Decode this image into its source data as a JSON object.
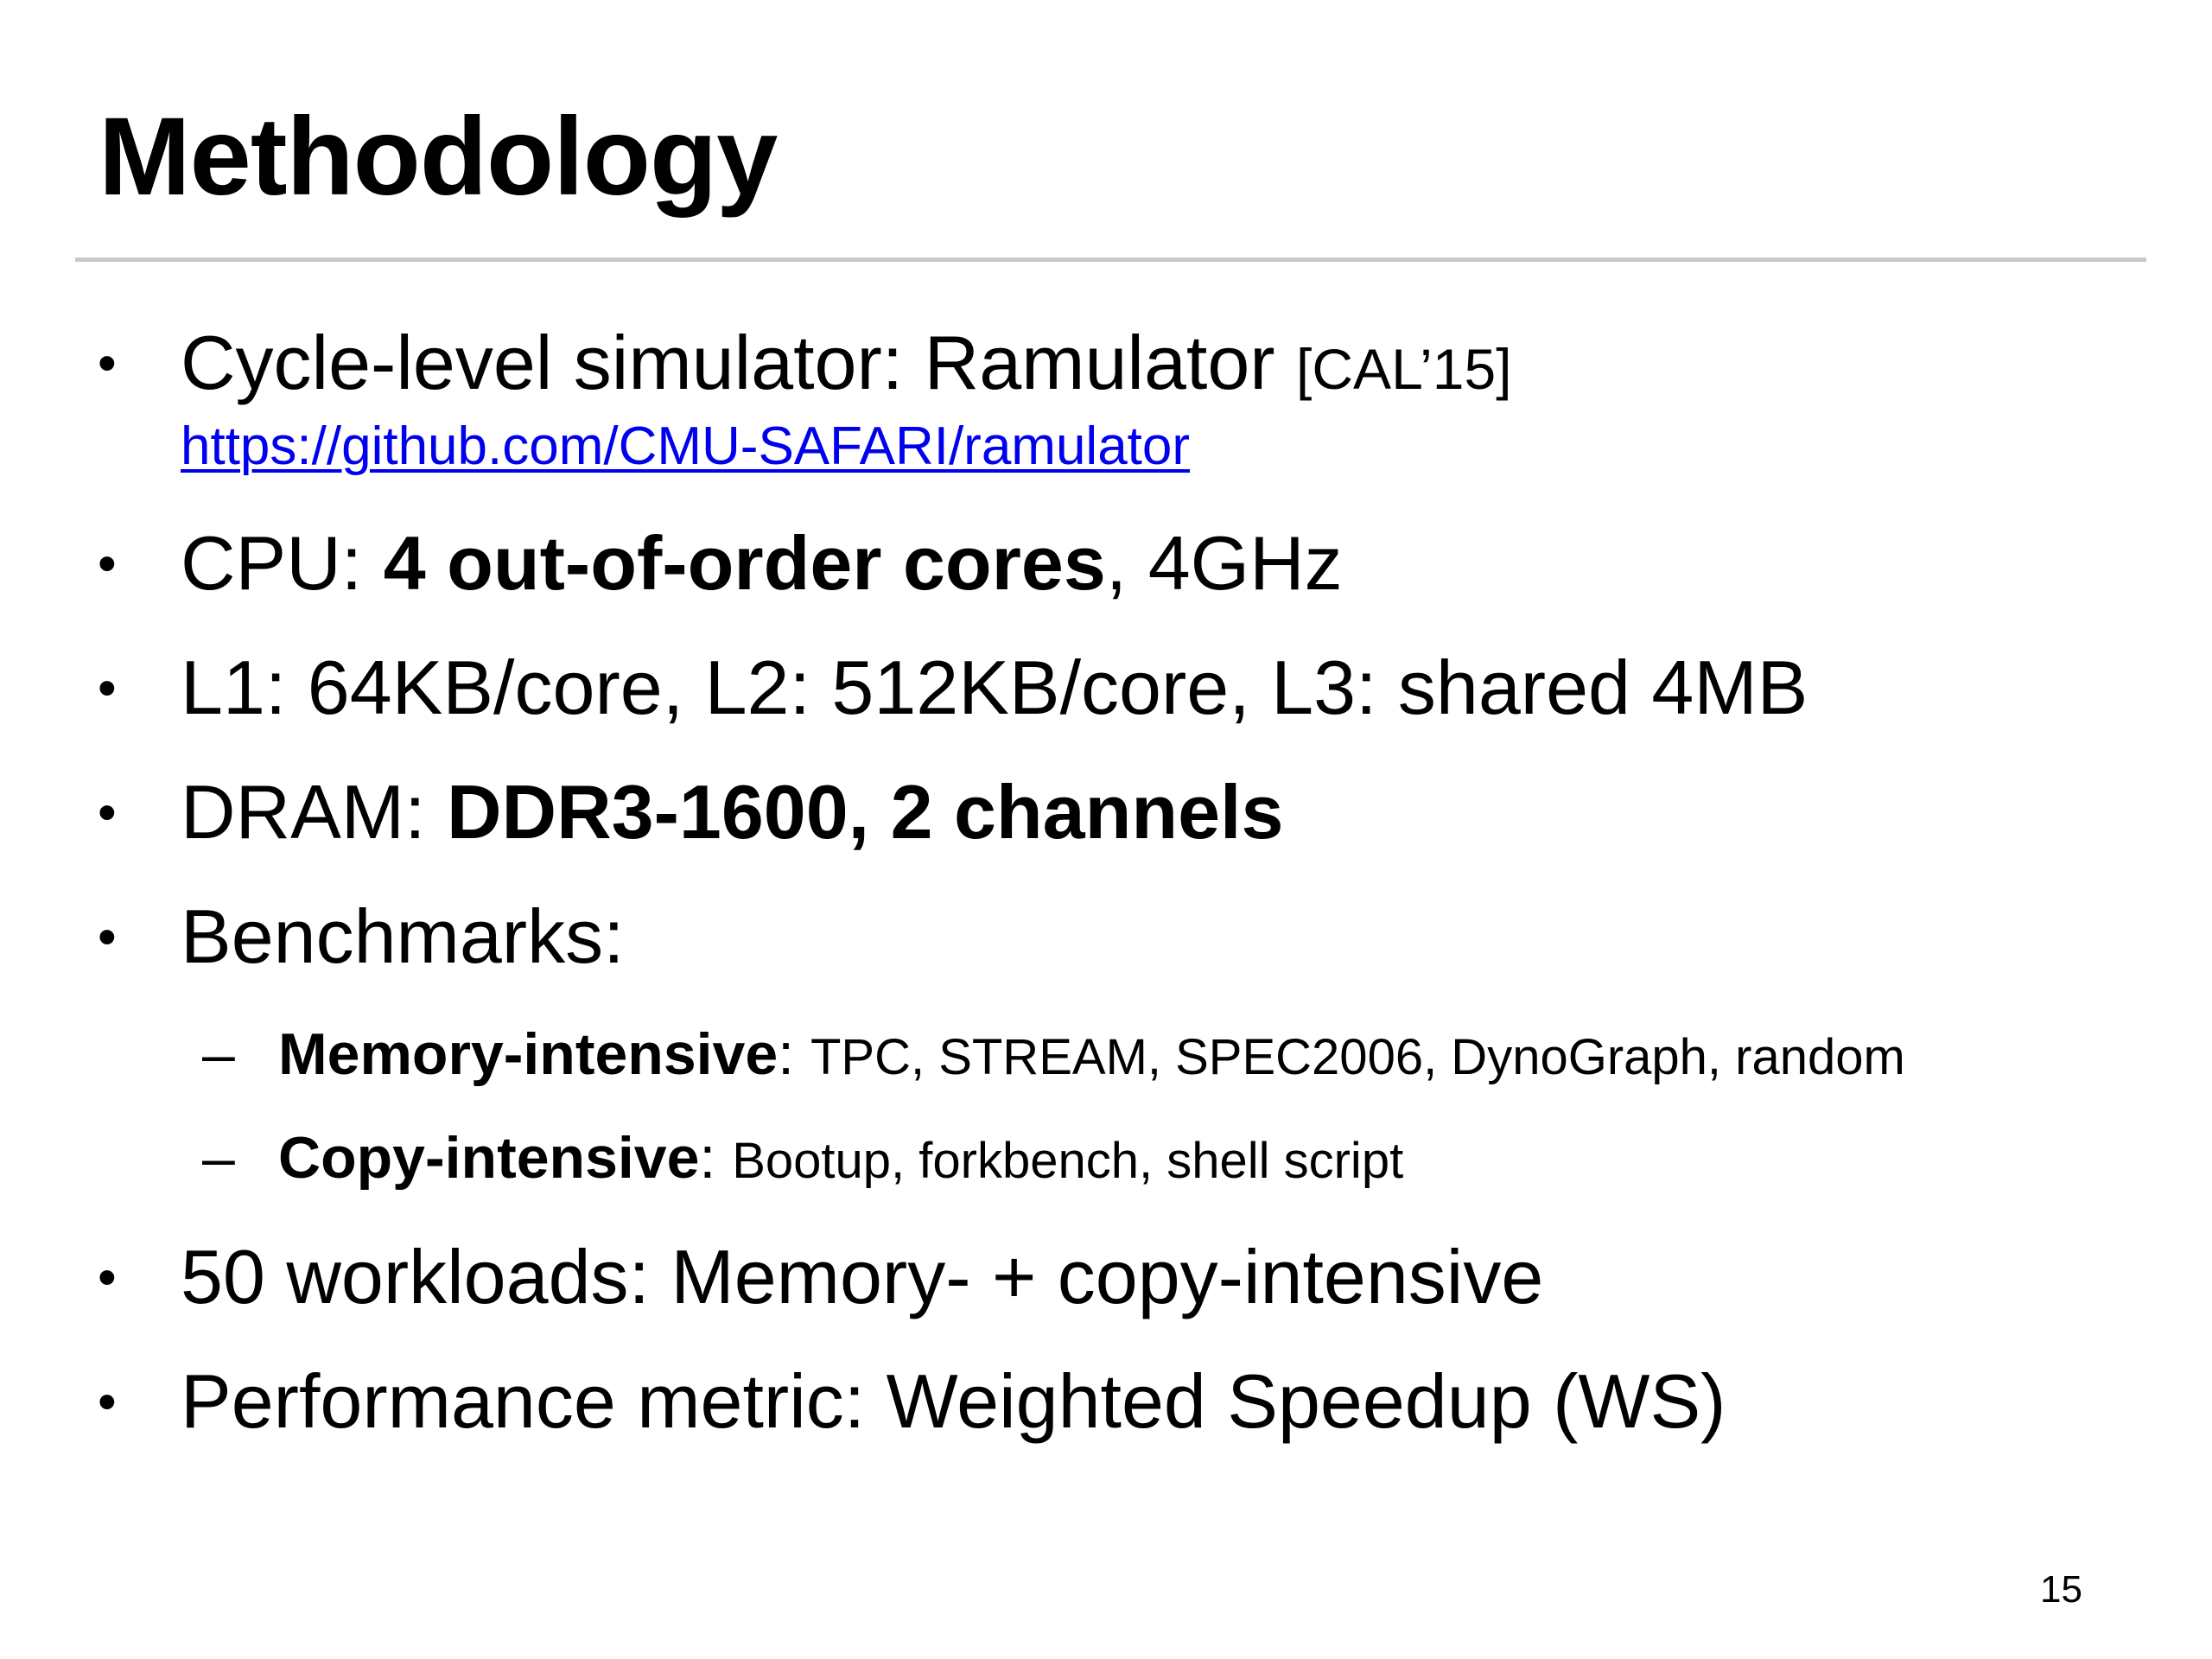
{
  "slide": {
    "title": "Methodology",
    "page_number": "15",
    "bullets": {
      "b1": {
        "bullet": "•",
        "text": "Cycle-level simulator: Ramulator ",
        "cite": "[CAL’15]",
        "link": "https://github.com/CMU-SAFARI/ramulator"
      },
      "b2": {
        "bullet": "•",
        "prefix": "CPU: ",
        "bold": "4 out-of-order cores",
        "suffix": ", 4GHz"
      },
      "b3": {
        "bullet": "•",
        "text": "L1: 64KB/core, L2: 512KB/core, L3: shared 4MB"
      },
      "b4": {
        "bullet": "•",
        "prefix": "DRAM: ",
        "bold": "DDR3-1600, 2 channels"
      },
      "b5": {
        "bullet": "•",
        "text": "Benchmarks:",
        "sub1": {
          "dash": "–",
          "bold": "Memory-intensive",
          "colon": ": ",
          "text": "TPC, STREAM, SPEC2006, DynoGraph, random"
        },
        "sub2": {
          "dash": "–",
          "bold": "Copy-intensive",
          "colon": ": ",
          "text": "Bootup, forkbench, shell script"
        }
      },
      "b6": {
        "bullet": "•",
        "text": "50 workloads: Memory- + copy-intensive"
      },
      "b7": {
        "bullet": "•",
        "text": "Performance metric: Weighted Speedup (WS)"
      }
    }
  },
  "colors": {
    "link": "#0000ee",
    "rule": "#c8c8c8",
    "text": "#000000"
  }
}
